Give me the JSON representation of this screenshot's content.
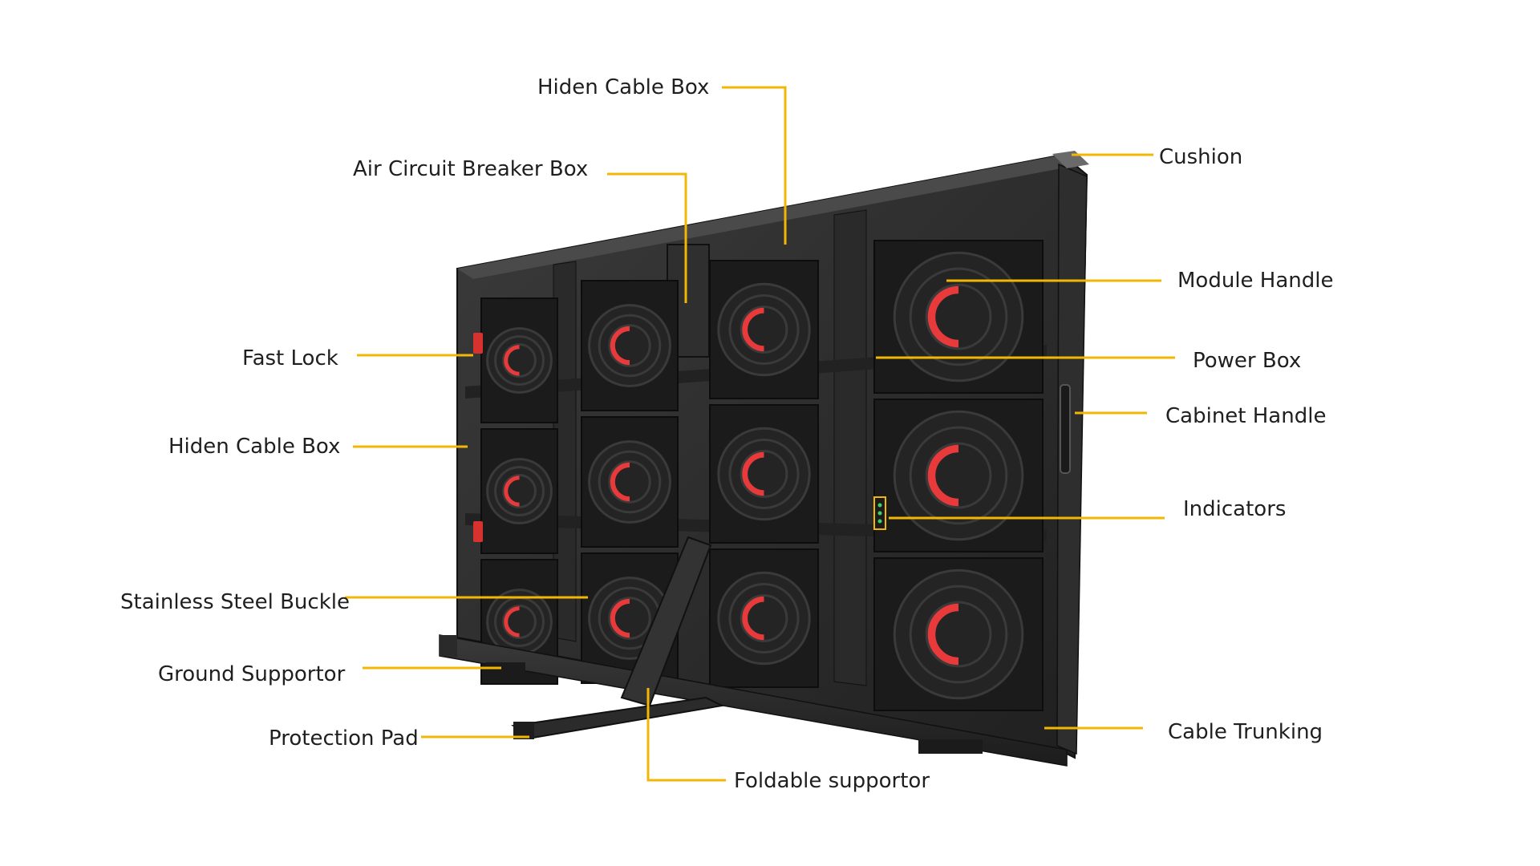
{
  "diagram": {
    "labels": {
      "hidden_cable_box_top": "Hiden Cable Box",
      "air_circuit_breaker_box": "Air Circuit Breaker Box",
      "cushion": "Cushion",
      "module_handle": "Module Handle",
      "fast_lock": "Fast Lock",
      "power_box": "Power Box",
      "cabinet_handle": "Cabinet Handle",
      "hidden_cable_box_left": "Hiden Cable Box",
      "indicators": "Indicators",
      "stainless_steel_buckle": "Stainless Steel Buckle",
      "ground_supportor": "Ground Supportor",
      "cable_trunking": "Cable Trunking",
      "protection_pad": "Protection Pad",
      "foldable_supportor": "Foldable supportor"
    },
    "colors": {
      "leader_line": "#f2b705",
      "label_text": "#1f1f1f",
      "cabinet_body": "#2b2b2b",
      "cabinet_frame": "#3a3a3a",
      "module_face": "#1a1a1a",
      "handle_accent": "#e8393b"
    }
  }
}
